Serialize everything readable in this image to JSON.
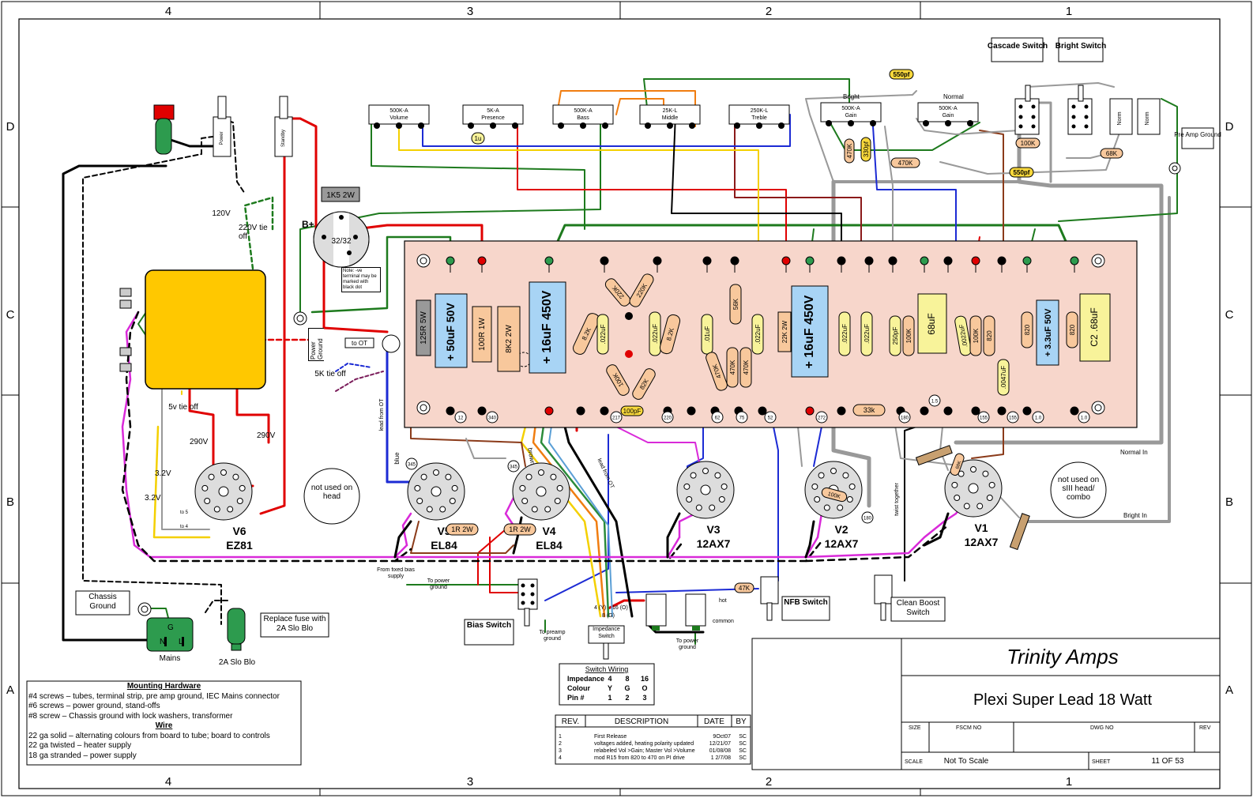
{
  "frame": {
    "cols": [
      "4",
      "3",
      "2",
      "1"
    ],
    "rows": [
      "D",
      "C",
      "B",
      "A"
    ]
  },
  "pots": [
    {
      "val": "500K-A",
      "name": "Volume"
    },
    {
      "val": "5K-A",
      "name": "Presence"
    },
    {
      "val": "500K-A",
      "name": "Bass"
    },
    {
      "val": "25K-L",
      "name": "Middle"
    },
    {
      "val": "250K-L",
      "name": "Treble"
    },
    {
      "val": "500K-A",
      "name": "Gain",
      "caption": "Bright"
    },
    {
      "val": "500K-A",
      "name": "Gain",
      "caption": "Normal"
    }
  ],
  "switch_boxes": {
    "cascade": "Cascade Switch",
    "bright": "Bright Switch",
    "preamp_ground": "Pre Amp Ground"
  },
  "cap_tags": [
    "550pf",
    "550pf",
    "470K",
    "68K",
    "100K",
    "1u",
    "330pf",
    "470K"
  ],
  "power": {
    "cap": "1K5 2W",
    "can": "32/32",
    "bplus": "B+",
    "note": "Note: -ve terminal may be marked with black dot",
    "v120": "120V",
    "v220": "220V tie off",
    "tie5v": "5v tie off",
    "v290a": "290V",
    "v290b": "290V",
    "v32a": "3.2V",
    "v32b": "3.2V",
    "to5": "to 5",
    "to4": "to 4",
    "k5": "5K tie off",
    "to_ot": "to OT",
    "power_ground": "Power Ground",
    "sw_pwr": "Power",
    "sw_stby": "Standby"
  },
  "board": {
    "caps_big": [
      "+ 50uF 50V",
      "+ 16uF 450V",
      "+ 16uF 450V",
      "+ 3.3uF 50V"
    ],
    "res_small": [
      "125R 5W",
      "100R 1W",
      "8K2 2W",
      "8.2K",
      "8.2K",
      "82K",
      "220K",
      "220K",
      "22K 2W",
      "100K",
      "100K",
      "100K",
      "820",
      "820",
      "470K",
      "470K",
      "470K",
      "470K",
      "56K"
    ],
    "caps_small": [
      ".022uF",
      ".022uF",
      ".01uF",
      ".022uF",
      ".022uF",
      ".022uF",
      ".0022uF",
      "250pF",
      ".0047uF",
      "C2 .68uF",
      "68uF"
    ],
    "pad_numbers": [
      "12",
      "340",
      "217",
      "220",
      "62",
      "75",
      "52",
      "272",
      "180",
      "1.5",
      "155",
      "155",
      "1.0",
      "1.0",
      "345",
      "345",
      "180"
    ],
    "tag_100pf": "100pF",
    "tag_33k": "33k",
    "normal_in": "Normal In",
    "bright_in": "Bright In",
    "twist_together": "twist together",
    "lead_from_ot_a": "lead from OT",
    "lead_from_ot_b": "lead from OT",
    "blue": "blue",
    "brown": "brown"
  },
  "tubes": [
    {
      "name": "V6",
      "type": "EZ81"
    },
    {
      "name": "V5",
      "type": "EL84"
    },
    {
      "name": "V4",
      "type": "EL84"
    },
    {
      "name": "V3",
      "type": "12AX7"
    },
    {
      "name": "V2",
      "type": "12AX7"
    },
    {
      "name": "V1",
      "type": "12AX7"
    }
  ],
  "notes": {
    "not_used_head": "not used on head",
    "not_used_sii": "not used on sIII head/ combo",
    "r1": "1R 2W",
    "r2": "1R 2W",
    "k100": "100K",
    "k47": "47K",
    "k68": "68K",
    "from_fixed": "From fixed bias supply",
    "to_power_ground_a": "To power ground",
    "to_power_ground_b": "To power ground",
    "to_preamp_ground": "To preamp ground",
    "bias_switch": "Bias Switch",
    "nfb_switch": "NFB Switch",
    "clean_boost": "Clean Boost Switch",
    "impedance_switch": "Impedance Switch",
    "hot": "hot",
    "common": "common",
    "imp_labels": [
      "4 (Y)",
      "8 (G)",
      "16 (O)"
    ]
  },
  "mains": {
    "chassis_ground": "Chassis Ground",
    "mains": "Mains",
    "fuse": "2A Slo Blo",
    "replace_fuse": "Replace fuse with 2A Slo Blo",
    "N": "N",
    "G": "G",
    "L": "L"
  },
  "switch_wiring": {
    "title": "Switch Wiring",
    "rows": [
      {
        "h": "Impedance",
        "v": [
          "4",
          "8",
          "16"
        ]
      },
      {
        "h": "Colour",
        "v": [
          "Y",
          "G",
          "O"
        ]
      },
      {
        "h": "Pin #",
        "v": [
          "1",
          "2",
          "3"
        ]
      }
    ]
  },
  "hardware": {
    "title": "Mounting Hardware",
    "lines": [
      "#4 screws – tubes, terminal strip, pre amp ground, IEC Mains connector",
      "#6 screws – power ground, stand-offs",
      "#8 screw – Chassis ground with lock washers, transformer"
    ],
    "wire_title": "Wire",
    "wire_lines": [
      "22 ga solid – alternating colours from board to tube; board to controls",
      "22 ga twisted – heater supply",
      "18 ga stranded – power supply"
    ]
  },
  "revisions": {
    "headers": [
      "REV.",
      "DESCRIPTION",
      "DATE",
      "BY"
    ],
    "rows": [
      {
        "rev": "1",
        "desc": "First Release",
        "date": "9Oct07",
        "by": "SC"
      },
      {
        "rev": "2",
        "desc": "voltages added, heating polarity updated",
        "date": "12/21/07",
        "by": "SC"
      },
      {
        "rev": "3",
        "desc": "relabeled Vol >Gain; Master Vol >Volume",
        "date": "01/08/08",
        "by": "SC"
      },
      {
        "rev": "4",
        "desc": "mod R15 from  820  to 470 on PI drive",
        "date": "1 2/7/08",
        "by": "SC"
      }
    ]
  },
  "titleblock": {
    "company": "Trinity Amps",
    "title": "Plexi Super Lead 18 Watt",
    "size": "SIZE",
    "fscm": "FSCM NO",
    "dwg": "DWG NO",
    "rev": "REV",
    "scale": "SCALE",
    "scale_val": "Not To Scale",
    "sheet": "SHEET",
    "sheet_val": "11 OF 53"
  },
  "colors": {
    "board": "#f7d6cb",
    "transformer": "#ffc800",
    "blue_cap": "#a8d4f5",
    "res": "#f8c89c",
    "yellow_cap": "#f8f39a",
    "wire_red": "#e00000",
    "wire_green": "#1d7a1d",
    "wire_blue": "#1c2bd4",
    "wire_magenta": "#d92ad9",
    "wire_yellow": "#f4d000",
    "wire_orange": "#f07d10",
    "wire_gray": "#999999",
    "wire_brown": "#8b3b1a"
  }
}
